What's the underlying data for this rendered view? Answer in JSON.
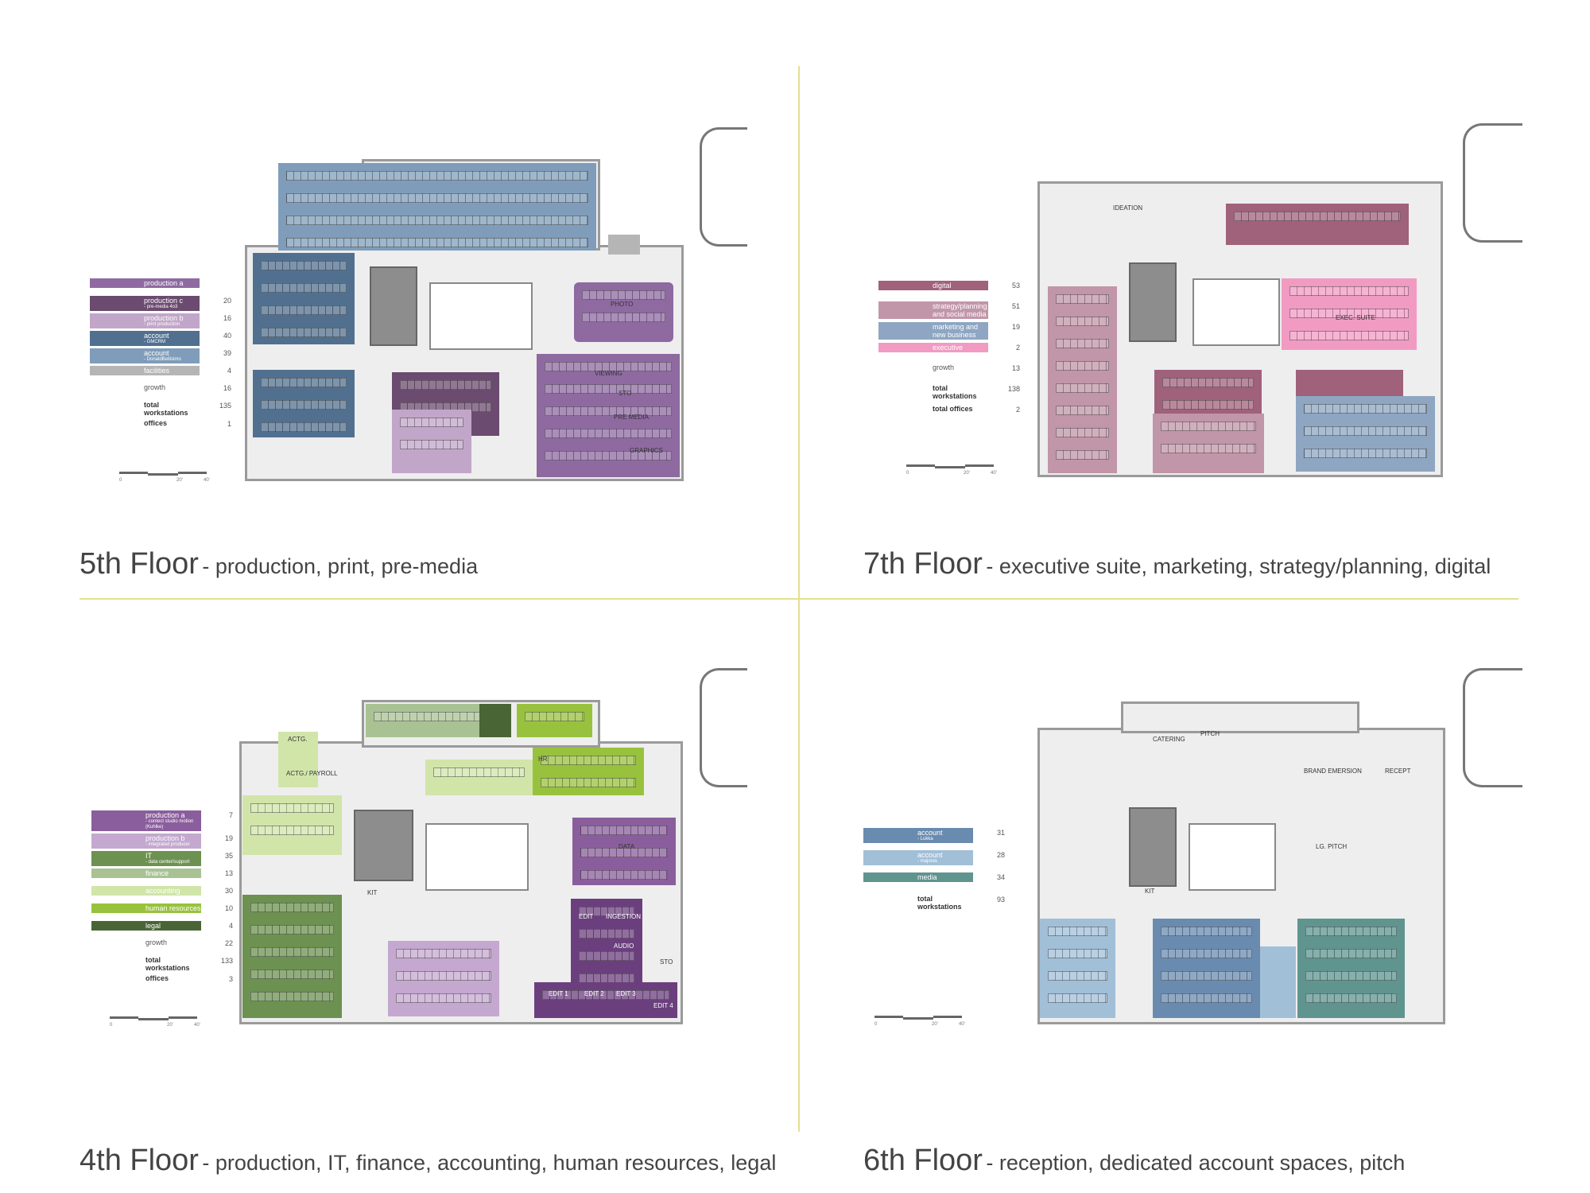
{
  "floors": {
    "fifth": {
      "title": "5th Floor",
      "subtitle": "- production, print, pre-media",
      "legend": [
        {
          "label": "production a",
          "sub": "",
          "value": "",
          "color": "#8e6aa1"
        },
        {
          "label": "production c",
          "sub": "- pre-media 4o3",
          "value": "20",
          "color": "#6b4b6f"
        },
        {
          "label": "production b",
          "sub": "- print production",
          "value": "16",
          "color": "#c2a6c9"
        },
        {
          "label": "account",
          "sub": "- GMCRM",
          "value": "40",
          "color": "#51708f"
        },
        {
          "label": "account",
          "sub": "- DonaldBellisimo",
          "value": "39",
          "color": "#7f9dba"
        },
        {
          "label": "facilities",
          "sub": "",
          "value": "4",
          "color": "#b5b5b5"
        },
        {
          "label": "growth",
          "sub": "",
          "value": "16",
          "style": "plain"
        },
        {
          "label": "total workstations",
          "sub": "",
          "value": "135",
          "style": "bold"
        },
        {
          "label": "offices",
          "sub": "",
          "value": "1",
          "style": "bold"
        }
      ],
      "rooms": [
        "PHOTO",
        "VIEWING",
        "STO",
        "PRE MEDIA",
        "GRAPHICS"
      ],
      "scale": [
        "0",
        "20'",
        "40'"
      ]
    },
    "seventh": {
      "title": "7th Floor",
      "subtitle": "- executive suite, marketing, strategy/planning, digital",
      "legend": [
        {
          "label": "digital",
          "sub": "",
          "value": "53",
          "color": "#a0617a"
        },
        {
          "label": "strategy/planning and social media",
          "sub": "",
          "value": "51",
          "color": "#c196a8"
        },
        {
          "label": "marketing and new business",
          "sub": "",
          "value": "19",
          "color": "#8ea6c2"
        },
        {
          "label": "executive",
          "sub": "",
          "value": "2",
          "color": "#f19bc3"
        },
        {
          "label": "growth",
          "sub": "",
          "value": "13",
          "style": "plain"
        },
        {
          "label": "total workstations",
          "sub": "",
          "value": "138",
          "style": "bold"
        },
        {
          "label": "total offices",
          "sub": "",
          "value": "2",
          "style": "bold"
        }
      ],
      "rooms": [
        "IDEATION",
        "EXEC. SUITE"
      ],
      "scale": [
        "0",
        "20'",
        "40'"
      ]
    },
    "fourth": {
      "title": "4th Floor",
      "subtitle": "- production, IT, finance, accounting, human resources, legal",
      "legend": [
        {
          "label": "production a",
          "sub": "- contect studio motion (Kuhlke)",
          "value": "7",
          "color": "#8a5e9c"
        },
        {
          "label": "production b",
          "sub": "- integrated producer",
          "value": "19",
          "color": "#c4a8cf"
        },
        {
          "label": "IT",
          "sub": "- data center/support",
          "value": "35",
          "color": "#6c9150"
        },
        {
          "label": "finance",
          "sub": "",
          "value": "13",
          "color": "#a9c293"
        },
        {
          "label": "accounting",
          "sub": "",
          "value": "30",
          "color": "#d1e5a9"
        },
        {
          "label": "human resources",
          "sub": "",
          "value": "10",
          "color": "#98c23d"
        },
        {
          "label": "legal",
          "sub": "",
          "value": "4",
          "color": "#4a6535"
        },
        {
          "label": "growth",
          "sub": "",
          "value": "22",
          "style": "plain"
        },
        {
          "label": "total workstations",
          "sub": "",
          "value": "133",
          "style": "bold"
        },
        {
          "label": "offices",
          "sub": "",
          "value": "3",
          "style": "bold"
        }
      ],
      "rooms": [
        "ACTG.",
        "ACTG./ PAYROLL",
        "HR",
        "DATA",
        "KIT",
        "EDIT",
        "INGESTION",
        "AUDIO",
        "STO",
        "EDIT 1",
        "EDIT 2",
        "EDIT 3",
        "EDIT 4"
      ],
      "scale": [
        "0",
        "20'",
        "40'"
      ]
    },
    "sixth": {
      "title": "6th Floor",
      "subtitle": "- reception, dedicated account spaces, pitch",
      "legend": [
        {
          "label": "account",
          "sub": "- Lukka",
          "value": "31",
          "color": "#6a8bb0"
        },
        {
          "label": "account",
          "sub": "- majoras",
          "value": "28",
          "color": "#a2bfd8"
        },
        {
          "label": "media",
          "sub": "",
          "value": "34",
          "color": "#5f948f"
        },
        {
          "label": "total workstations",
          "sub": "",
          "value": "93",
          "style": "bold"
        }
      ],
      "rooms": [
        "CATERING",
        "PITCH",
        "BRAND EMERSION",
        "RECEPT",
        "LG. PITCH",
        "KIT"
      ],
      "scale": [
        "0",
        "20'",
        "40'"
      ]
    }
  }
}
